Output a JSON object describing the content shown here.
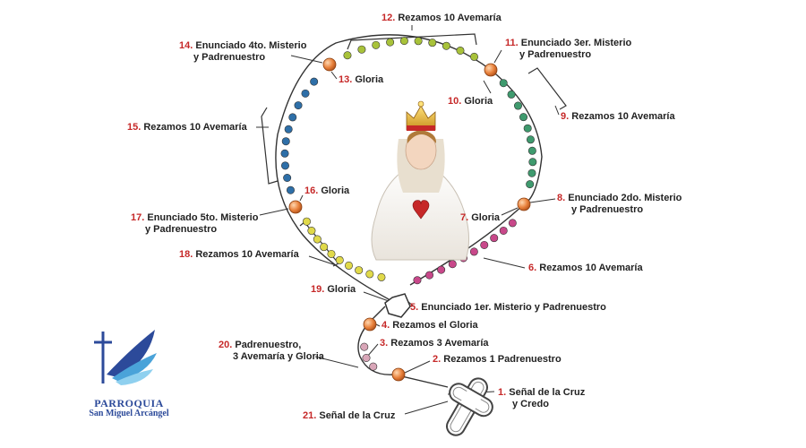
{
  "colors": {
    "number": "#c62828",
    "text": "#222222",
    "big_bead": "#e8803a",
    "bead_yellow": "#e0d94a",
    "bead_olive": "#a8c23a",
    "bead_green": "#3f9a6e",
    "bead_teal": "#2f7d8e",
    "bead_blue": "#2e6fa8",
    "bead_pink": "#c8488a",
    "bead_rose": "#d9a6b8",
    "logo_blue": "#2c4a9a"
  },
  "center_image": "virgin-mary-figure",
  "logo": {
    "icon": "wings-cross-icon",
    "title": "PARROQUIA",
    "subtitle": "San Miguel Arcángel"
  },
  "labels": [
    {
      "num": "1.",
      "text": "Señal de la Cruz",
      "text2": "y Credo"
    },
    {
      "num": "2.",
      "text": "Rezamos 1 Padrenuestro"
    },
    {
      "num": "3.",
      "text": "Rezamos 3 Avemaría"
    },
    {
      "num": "4.",
      "text": "Rezamos el Gloria"
    },
    {
      "num": "5.",
      "text": "Enunciado 1er. Misterio y Padrenuestro"
    },
    {
      "num": "6.",
      "text": "Rezamos 10 Avemaría"
    },
    {
      "num": "7.",
      "text": "Gloria"
    },
    {
      "num": "8.",
      "text": "Enunciado 2do. Misterio",
      "text2": "y Padrenuestro"
    },
    {
      "num": "9.",
      "text": "Rezamos 10 Avemaría"
    },
    {
      "num": "10.",
      "text": "Gloria"
    },
    {
      "num": "11.",
      "text": "Enunciado 3er. Misterio",
      "text2": "y Padrenuestro"
    },
    {
      "num": "12.",
      "text": "Rezamos 10 Avemaría"
    },
    {
      "num": "13.",
      "text": "Gloria"
    },
    {
      "num": "14.",
      "text": "Enunciado 4to. Misterio",
      "text2": "y Padrenuestro"
    },
    {
      "num": "15.",
      "text": "Rezamos 10 Avemaría"
    },
    {
      "num": "16.",
      "text": "Gloria"
    },
    {
      "num": "17.",
      "text": "Enunciado 5to. Misterio",
      "text2": "y Padrenuestro"
    },
    {
      "num": "18.",
      "text": "Rezamos 10 Avemaría"
    },
    {
      "num": "19.",
      "text": "Gloria"
    },
    {
      "num": "20.",
      "text": "Padrenuestro,",
      "text2": "3 Avemaría y Gloria"
    },
    {
      "num": "21.",
      "text": "Señal de la Cruz"
    }
  ]
}
